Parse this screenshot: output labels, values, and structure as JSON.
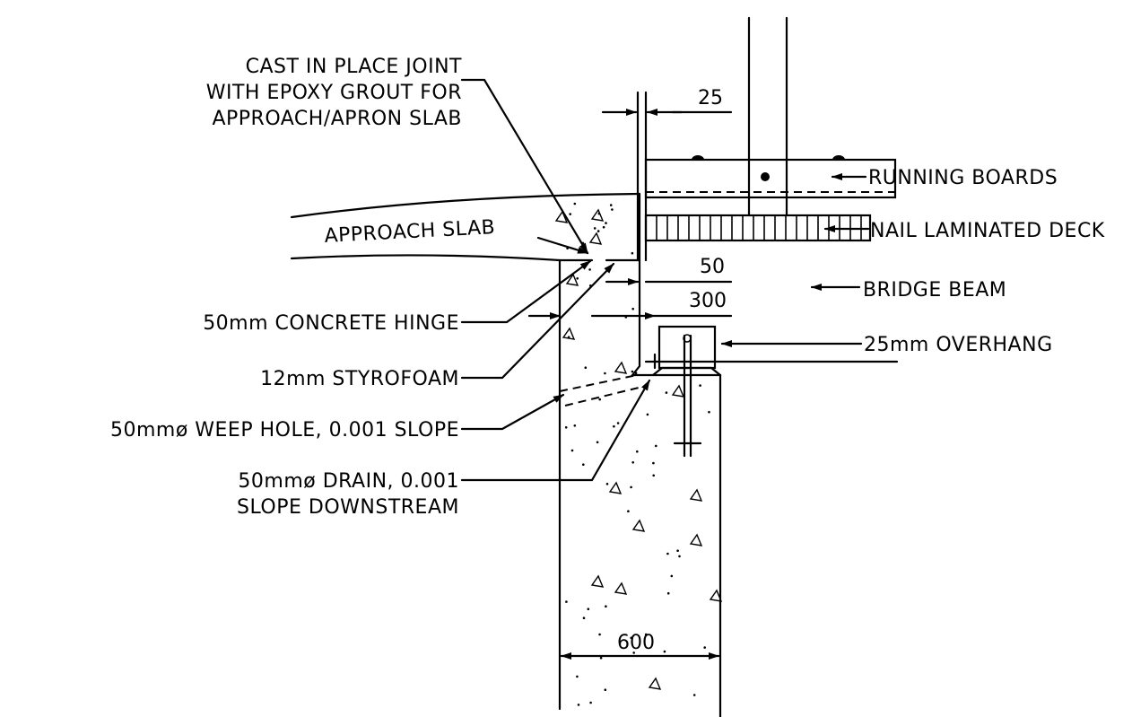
{
  "labels": {
    "cast_joint": [
      "CAST IN PLACE JOINT",
      "WITH EPOXY GROUT FOR",
      "APPROACH/APRON SLAB"
    ],
    "approach_slab": "APPROACH SLAB",
    "concrete_hinge": "50mm CONCRETE HINGE",
    "styrofoam": "12mm STYROFOAM",
    "weep_hole": "50mmø WEEP HOLE, 0.001 SLOPE",
    "drain": [
      "50mmø DRAIN, 0.001",
      "SLOPE DOWNSTREAM"
    ],
    "running_boards": "RUNNING BOARDS",
    "nail_deck": "NAIL LAMINATED DECK",
    "bridge_beam": "BRIDGE BEAM",
    "overhang": "25mm OVERHANG"
  },
  "dimensions": {
    "gap": "25",
    "seat": "50",
    "hinge_width": "300",
    "wall_width": "600"
  }
}
